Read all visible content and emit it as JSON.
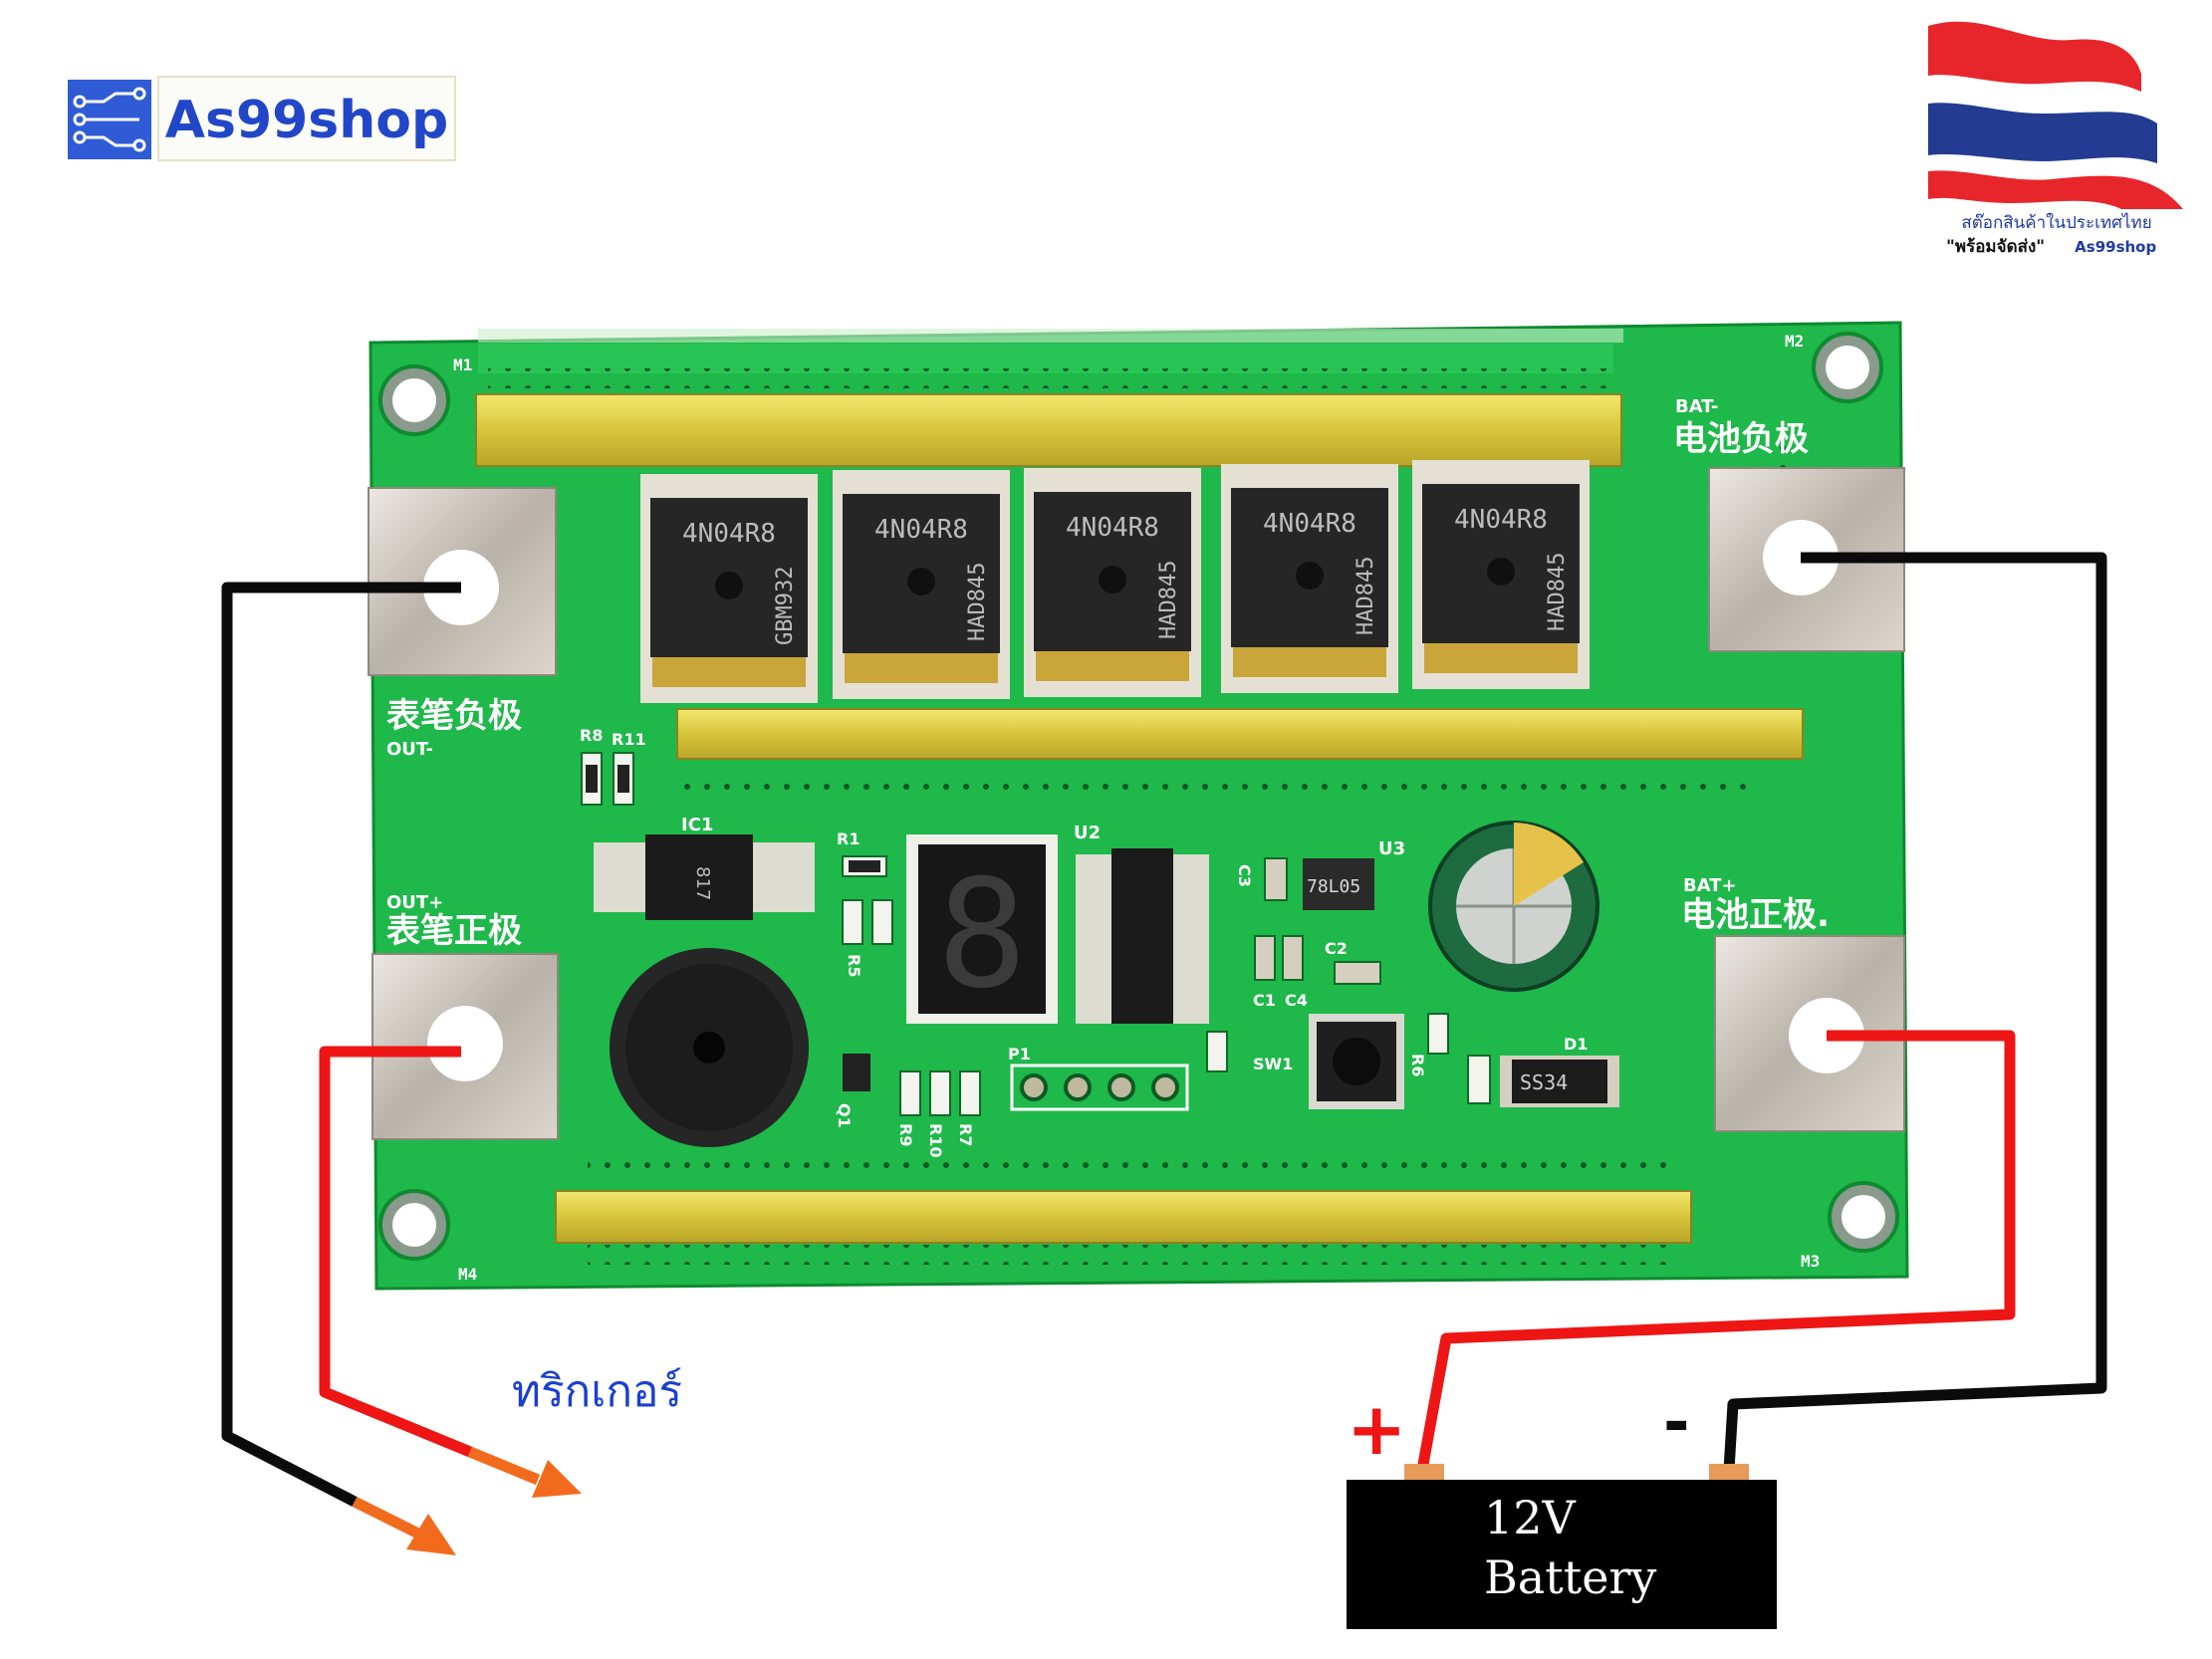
{
  "brand": {
    "name": "As99shop"
  },
  "stock_badge": {
    "line1": "สต๊อกสินค้าในประเทศไทย",
    "line2": "\"พร้อมจัดส่ง\"",
    "brand": "As99shop"
  },
  "board": {
    "labels": {
      "bat_neg_code": "BAT-",
      "bat_neg_cn": "电池负极",
      "bat_pos_code": "BAT+",
      "bat_pos_cn": "电池正极.",
      "out_neg_code": "OUT-",
      "out_neg_cn": "表笔负极",
      "out_pos_code": "OUT+",
      "out_pos_cn": "表笔正极",
      "m1": "M1",
      "m2": "M2",
      "m3": "M3",
      "m4": "M4"
    },
    "mosfets": [
      {
        "line1": "4N04R8",
        "line2": "GBM932"
      },
      {
        "line1": "4N04R8",
        "line2": "HAD845"
      },
      {
        "line1": "4N04R8",
        "line2": "HAD845"
      },
      {
        "line1": "4N04R8",
        "line2": "HAD845"
      },
      {
        "line1": "4N04R8",
        "line2": "HAD845"
      }
    ],
    "silkscreen": {
      "ic1": "IC1",
      "u2": "U2",
      "u3": "U3",
      "reg": "78L05",
      "r8": "R8",
      "r11": "R11",
      "r1": "R1",
      "r5": "R5",
      "r9": "R9",
      "r10": "R10",
      "r7": "R7",
      "r6": "R6",
      "c1": "C1",
      "c2": "C2",
      "c3": "C3",
      "c4": "C4",
      "d1": "D1",
      "diode": "SS34",
      "sw1": "SW1",
      "p1": "P1",
      "q1": "Q1",
      "opto": "817",
      "display_digit": "8"
    }
  },
  "battery": {
    "voltage": "12V",
    "name": "Battery",
    "plus": "+",
    "minus": "-"
  },
  "trigger_label": "ทริกเกอร์",
  "colors": {
    "pcb": "#1fb84a",
    "pcb_dark": "#119233",
    "copper": "#d8c94a",
    "wire_black": "#0b0b0b",
    "wire_red": "#ee1515",
    "arrow": "#f26b1d",
    "text_blue": "#1a3fd0"
  }
}
